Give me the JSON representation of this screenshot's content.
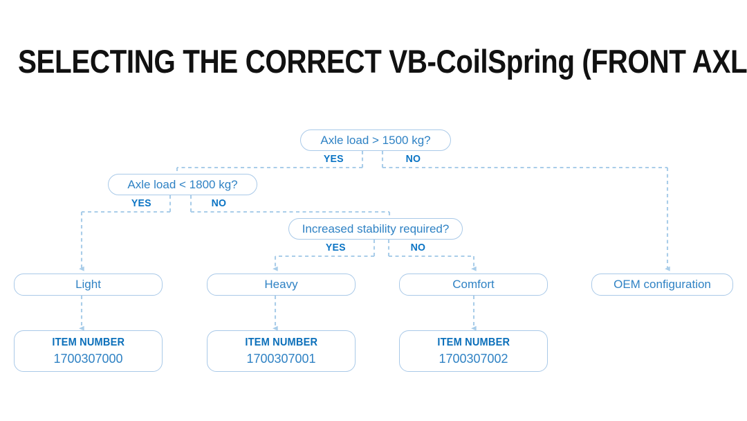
{
  "page": {
    "title": "SELECTING THE CORRECT VB-CoilSpring (FRONT AXLE)",
    "background": "#ffffff"
  },
  "colors": {
    "title_text": "#111111",
    "node_border": "#a9c9e8",
    "node_text": "#2f82c4",
    "branch_label": "#0b74c4",
    "item_label": "#0b6fba",
    "connector": "#a9cde9"
  },
  "diagram": {
    "type": "decision-flowchart",
    "decisions": [
      {
        "id": "d1",
        "question": "Axle load > 1500 kg?",
        "yes_label": "YES",
        "no_label": "NO",
        "yes_target": "d2",
        "no_target": "r4"
      },
      {
        "id": "d2",
        "question": "Axle load < 1800 kg?",
        "yes_label": "YES",
        "no_label": "NO",
        "yes_target": "r1",
        "no_target": "d3"
      },
      {
        "id": "d3",
        "question": "Increased stability required?",
        "yes_label": "YES",
        "no_label": "NO",
        "yes_target": "r2",
        "no_target": "r3"
      }
    ],
    "results": [
      {
        "id": "r1",
        "label": "Light"
      },
      {
        "id": "r2",
        "label": "Heavy"
      },
      {
        "id": "r3",
        "label": "Comfort"
      },
      {
        "id": "r4",
        "label": "OEM configuration"
      }
    ],
    "item_cards": [
      {
        "id": "i1",
        "heading": "ITEM NUMBER",
        "number": "1700307000",
        "from": "r1"
      },
      {
        "id": "i2",
        "heading": "ITEM NUMBER",
        "number": "1700307001",
        "from": "r2"
      },
      {
        "id": "i3",
        "heading": "ITEM NUMBER",
        "number": "1700307002",
        "from": "r3"
      }
    ]
  }
}
